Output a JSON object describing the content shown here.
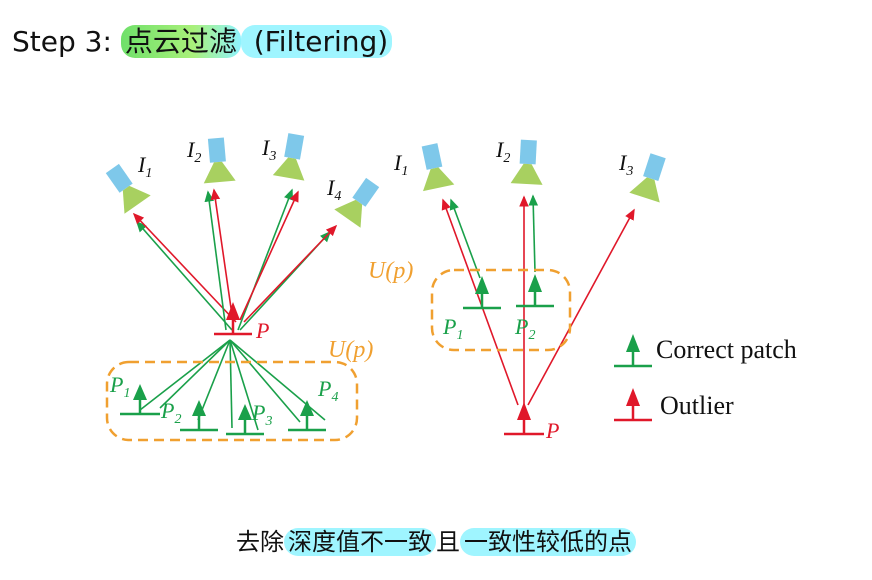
{
  "title": {
    "prefix": "Step 3: ",
    "highlight": "点云过滤",
    "suffix": " (Filtering)"
  },
  "caption": {
    "plain": "去除",
    "highlight1": "深度值不一致",
    "middle": "且",
    "highlight2": "一致性较低的点"
  },
  "left_diagram": {
    "cameras": [
      "I1",
      "I2",
      "I3",
      "I4"
    ],
    "point_label": "P",
    "neighborhood_label": "U(p)",
    "patches": [
      "P1",
      "P2",
      "P3",
      "P4"
    ]
  },
  "right_diagram": {
    "cameras": [
      "I1",
      "I2",
      "I3"
    ],
    "point_label": "P",
    "neighborhood_label": "U(p)",
    "patches": [
      "P1",
      "P2"
    ]
  },
  "legend": {
    "correct": "Correct patch",
    "outlier": "Outlier"
  },
  "colors": {
    "green": "#1aa04a",
    "red": "#e0182a",
    "orange": "#f0a030",
    "camera_blue": "#7ec8ea",
    "camera_lens": "#a8d060"
  }
}
